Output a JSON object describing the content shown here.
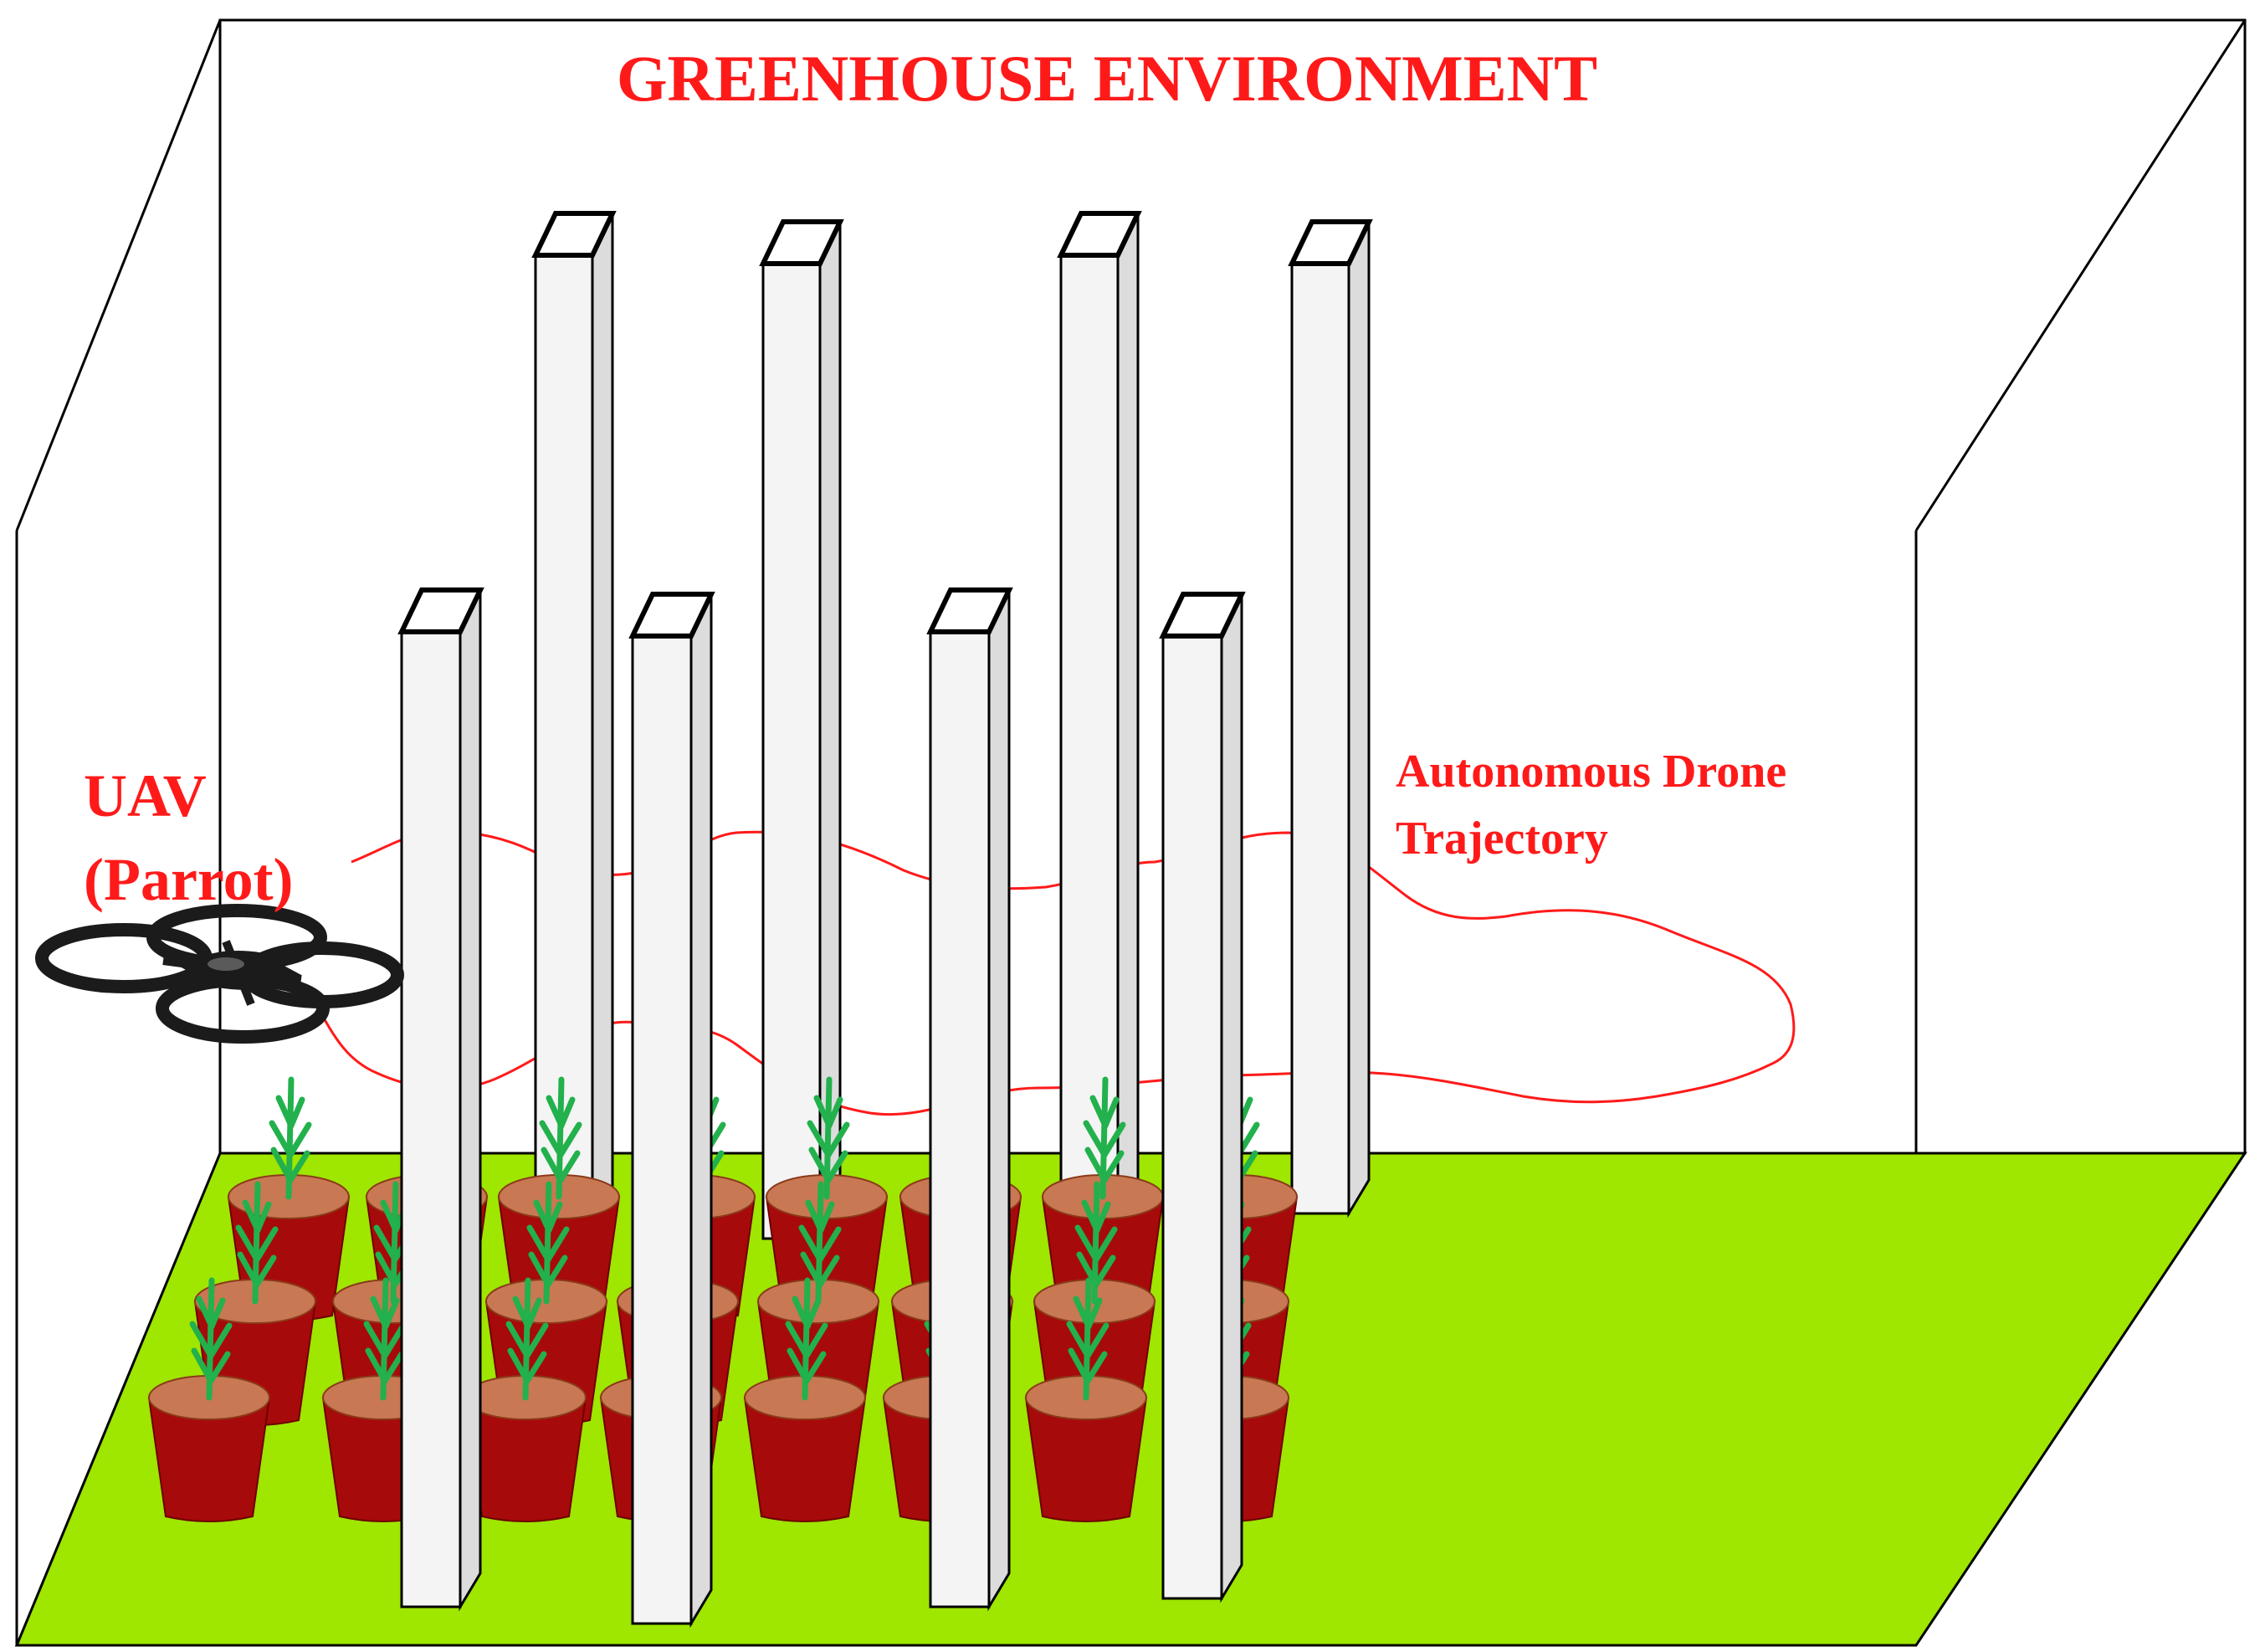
{
  "title": "GREENHOUSE ENVIRONMENT",
  "uav_label": {
    "line1": "UAV",
    "line2": "(Parrot)"
  },
  "trajectory_label": {
    "line1": "Autonomous Drone",
    "line2": "Trajectory"
  },
  "colors": {
    "label_red": "#ff1a1a",
    "floor_green": "#9fe600",
    "pot_red": "#a70a0a",
    "pot_rim": "#c87852",
    "plant_green": "#22b14c",
    "pillar_white": "#f4f4f4",
    "pillar_side": "#dcdcdc",
    "outline": "#000000",
    "drone_black": "#1b1b1b"
  },
  "icons": {
    "drone": "quadcopter-icon",
    "pot": "plant-pot-icon",
    "pillar": "pillar-obstacle-icon"
  }
}
